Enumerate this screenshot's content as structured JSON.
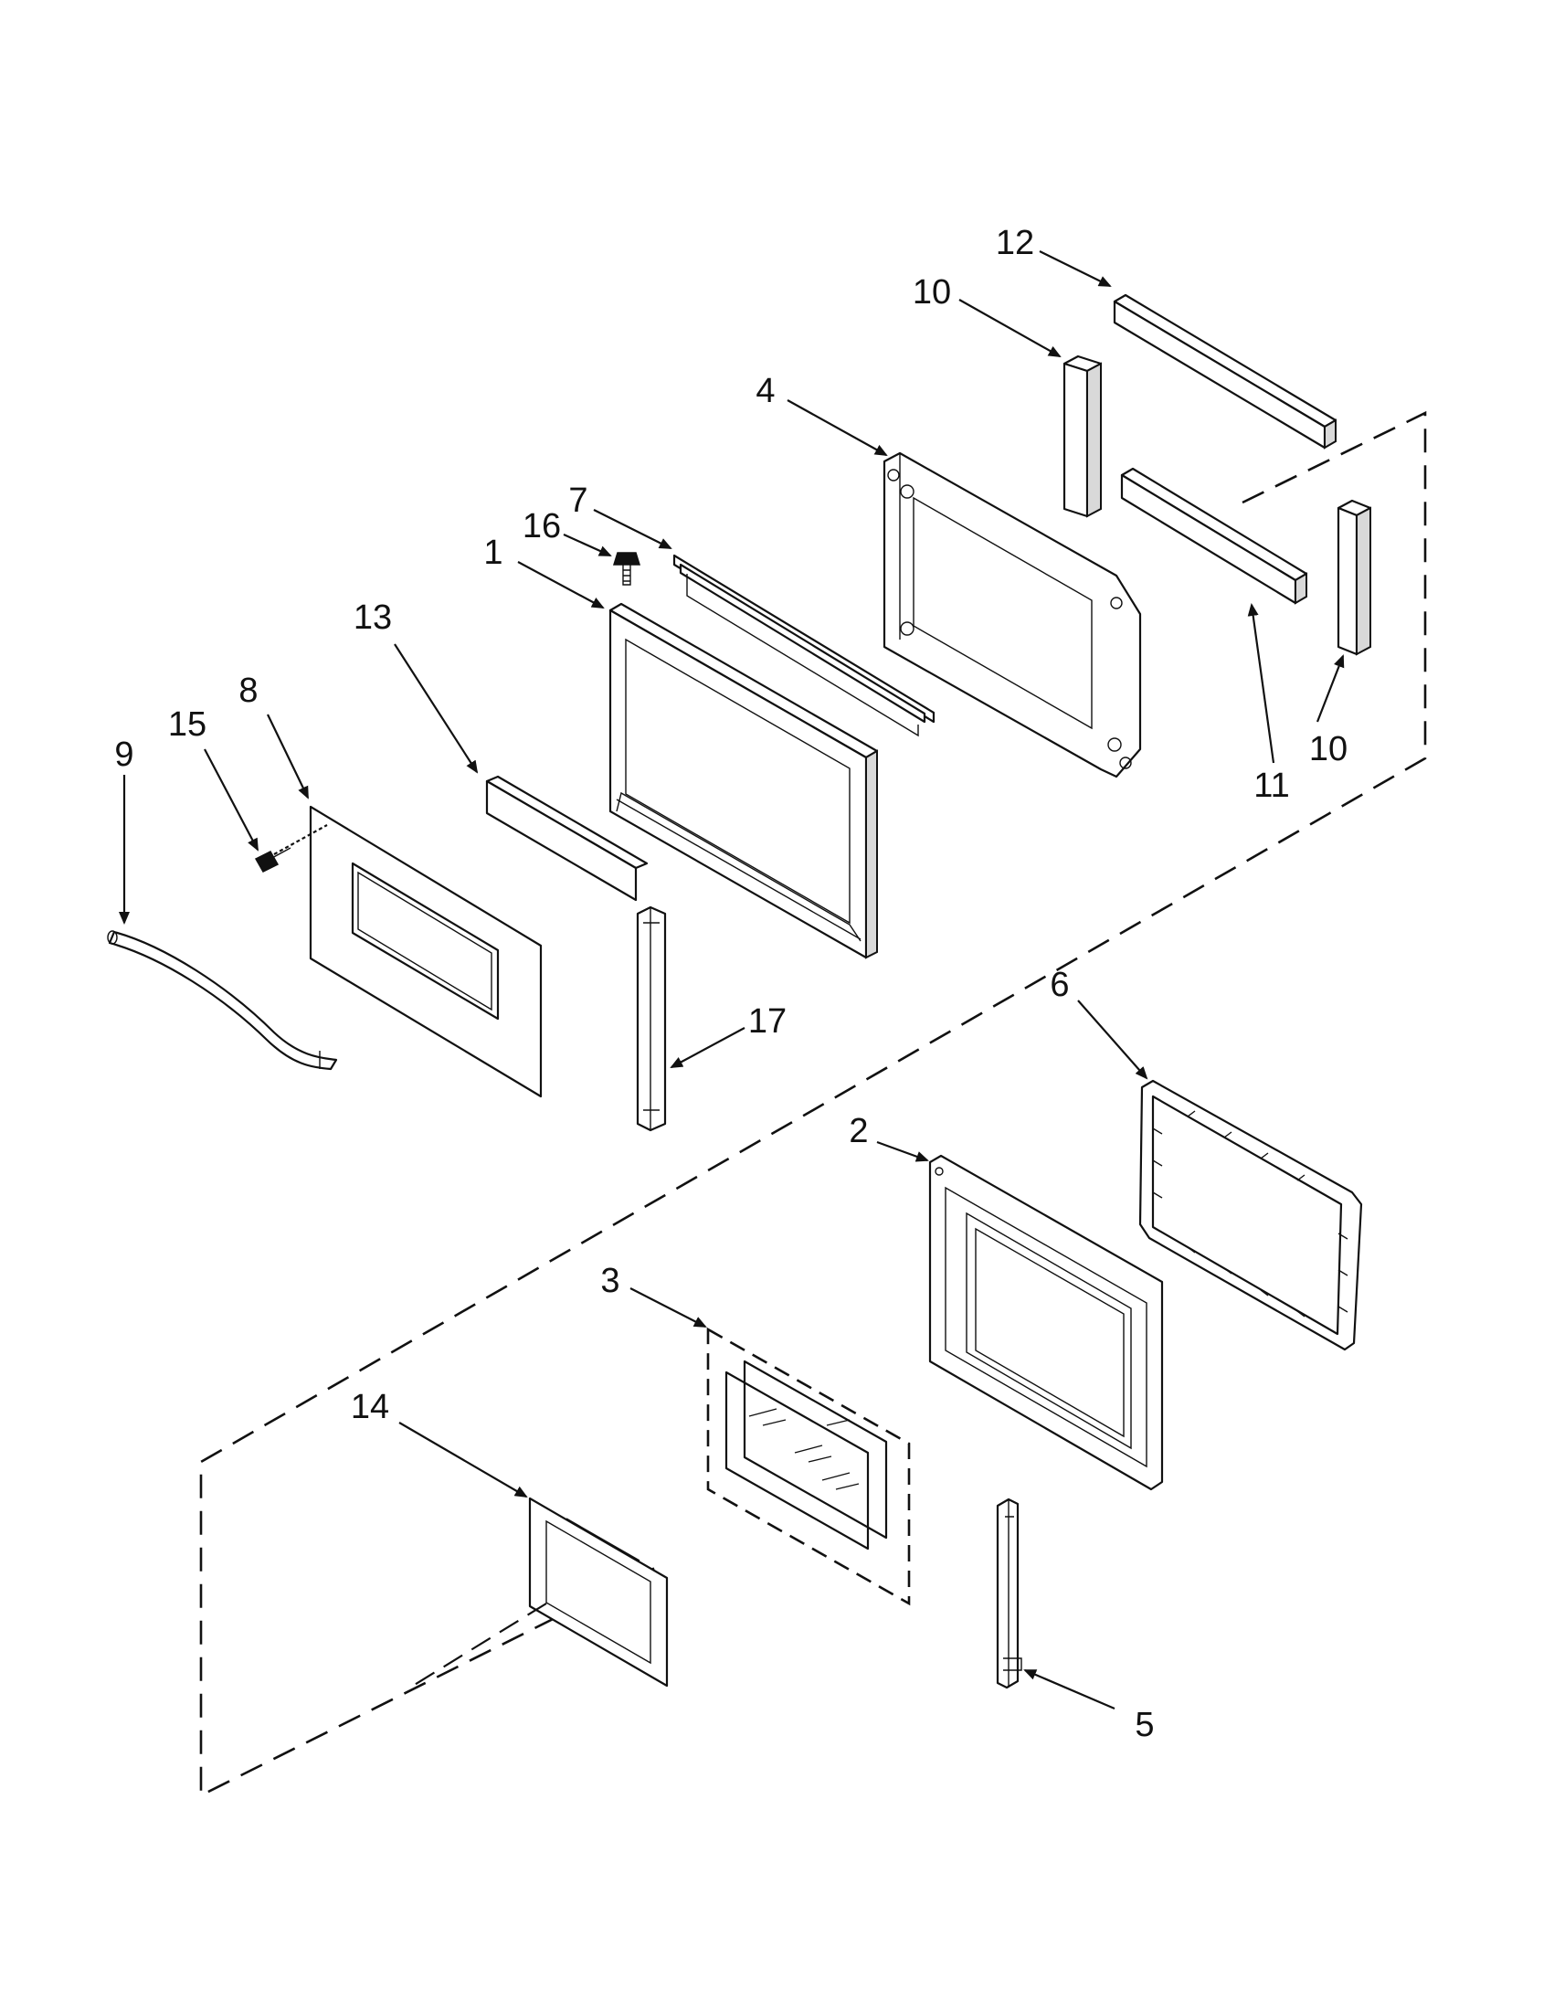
{
  "labels": {
    "p1": "1",
    "p2": "2",
    "p3": "3",
    "p4": "4",
    "p5": "5",
    "p6": "6",
    "p7": "7",
    "p8": "8",
    "p9": "9",
    "p10a": "10",
    "p10b": "10",
    "p11": "11",
    "p12": "12",
    "p13": "13",
    "p14": "14",
    "p15": "15",
    "p16": "16",
    "p17": "17"
  }
}
